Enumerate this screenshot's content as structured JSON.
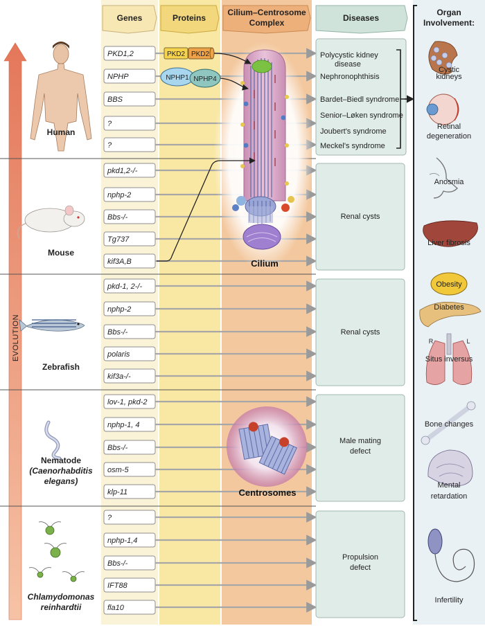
{
  "headers": {
    "genes": "Genes",
    "proteins": "Proteins",
    "complex_line1": "Cilium–Centrosome",
    "complex_line2": "Complex",
    "diseases": "Diseases",
    "organ_line1": "Organ",
    "organ_line2": "Involvement:"
  },
  "side_label": "EVOLUTION",
  "organisms": [
    {
      "key": "human",
      "lines": [
        "Human"
      ]
    },
    {
      "key": "mouse",
      "lines": [
        "Mouse"
      ]
    },
    {
      "key": "zebrafish",
      "lines": [
        "Zebrafish"
      ]
    },
    {
      "key": "nematode",
      "lines": [
        "Nematode",
        "(Caenorhabditis",
        "elegans)"
      ]
    },
    {
      "key": "chlamydomonas",
      "lines": [
        "Chlamydomonas",
        "reinhardtii"
      ]
    }
  ],
  "genes": [
    [
      "PKD1,2",
      "NPHP",
      "BBS",
      "?",
      "?"
    ],
    [
      "pkd1,2-/-",
      "nphp-2",
      "Bbs-/-",
      "Tg737",
      "kif3A,B"
    ],
    [
      "pkd-1, 2-/-",
      "nphp-2",
      "Bbs-/-",
      "polaris",
      "kif3a-/-"
    ],
    [
      "lov-1, pkd-2",
      "nphp-1, 4",
      "Bbs-/-",
      "osm-5",
      "klp-11"
    ],
    [
      "?",
      "nphp-1,4",
      "Bbs-/-",
      "IFT88",
      "fla10"
    ]
  ],
  "proteins": [
    "PKD2",
    "PKD2",
    "NPHP1",
    "NPHP4"
  ],
  "human_diseases": [
    [
      "Polycystic kidney",
      "disease"
    ],
    [
      "Nephronophthisis"
    ],
    [
      "Bardet–Biedl syndrome"
    ],
    [
      "Senior–Løken syndrome"
    ],
    [
      "Joubert's syndrome"
    ],
    [
      "Meckel's syndrome"
    ]
  ],
  "group_diseases": [
    [
      "Renal cysts"
    ],
    [
      "Renal cysts"
    ],
    [
      "Male mating",
      "defect"
    ],
    [
      "Propulsion",
      "defect"
    ]
  ],
  "cilium_label": "Cilium",
  "centrosomes_label": "Centrosomes",
  "organs": [
    {
      "key": "cystic-kidneys",
      "icon": "kidney-icon",
      "lines": [
        "Cystic",
        "kidneys"
      ]
    },
    {
      "key": "retinal-degeneration",
      "icon": "eye-icon",
      "lines": [
        "Retinal",
        "degeneration"
      ]
    },
    {
      "key": "anosmia",
      "icon": "nose-icon",
      "lines": [
        "Anosmia"
      ]
    },
    {
      "key": "liver-fibrosis",
      "icon": "liver-icon",
      "lines": [
        "Liver fibrosis"
      ]
    },
    {
      "key": "obesity",
      "icon": "obesity-icon",
      "lines": [
        "Obesity"
      ]
    },
    {
      "key": "diabetes",
      "icon": "pancreas-icon",
      "lines": [
        "Diabetes"
      ]
    },
    {
      "key": "situs-inversus",
      "icon": "lungs-icon",
      "lines": [
        "Situs inversus"
      ],
      "sides": [
        "R",
        "L"
      ]
    },
    {
      "key": "bone-changes",
      "icon": "bone-icon",
      "lines": [
        "Bone changes"
      ]
    },
    {
      "key": "mental-retardation",
      "icon": "brain-icon",
      "lines": [
        "Mental",
        "retardation"
      ]
    },
    {
      "key": "infertility",
      "icon": "sperm-icon",
      "lines": [
        "Infertility"
      ]
    }
  ],
  "colors": {
    "genes_column": "#fbf3d8",
    "proteins_column": "#f9e7a4",
    "complex_column": "#f3c89e",
    "diseases_column": "#e0ece8",
    "organ_column": "#e8f0f4",
    "evolution_arrow": "#e8866a",
    "arrow": "#9a9a9a",
    "cilium": "#d7a4c2"
  }
}
